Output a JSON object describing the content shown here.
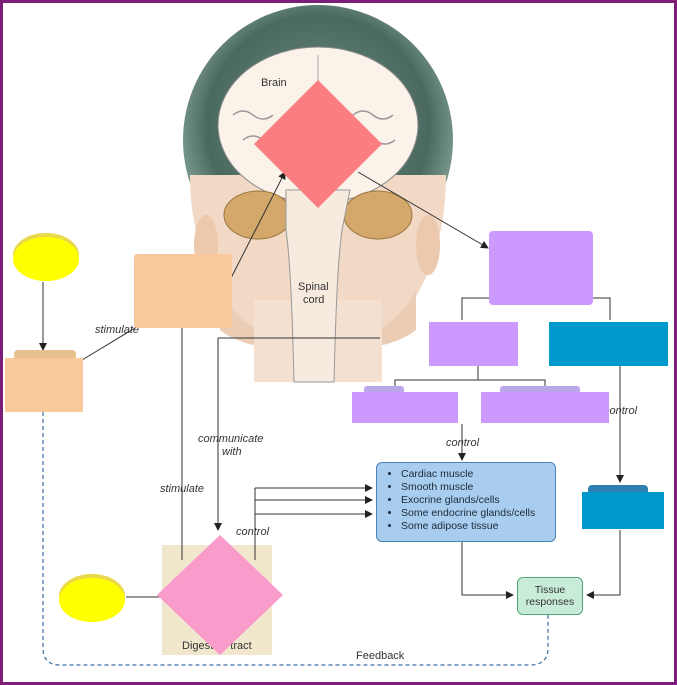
{
  "colors": {
    "frame": "#7b1e7a",
    "yellow_oval": "#ffff00",
    "peach_box": "#f9c99b",
    "red_diamond": "#fa7d80",
    "pink_diamond": "#f99ccb",
    "lavender_box": "#cc99ff",
    "teal_box": "#0099cc",
    "list_box": "#a9cdee",
    "tissue_box": "#c9ecd9"
  },
  "labels": {
    "brain": "Brain",
    "spinal_cord": "Spinal cord",
    "stimulate_left": "stimulate",
    "stimulate_mid": "stimulate",
    "communicate_with": "communicate with",
    "control_left": "control",
    "control_mid": "control",
    "control_right": "control",
    "digestive_tract": "Digestive tract",
    "feedback": "Feedback"
  },
  "effectors": [
    "Cardiac muscle",
    "Smooth muscle",
    "Exocrine glands/cells",
    "Some endocrine glands/cells",
    "Some adipose tissue"
  ],
  "tissue_responses": "Tissue responses"
}
